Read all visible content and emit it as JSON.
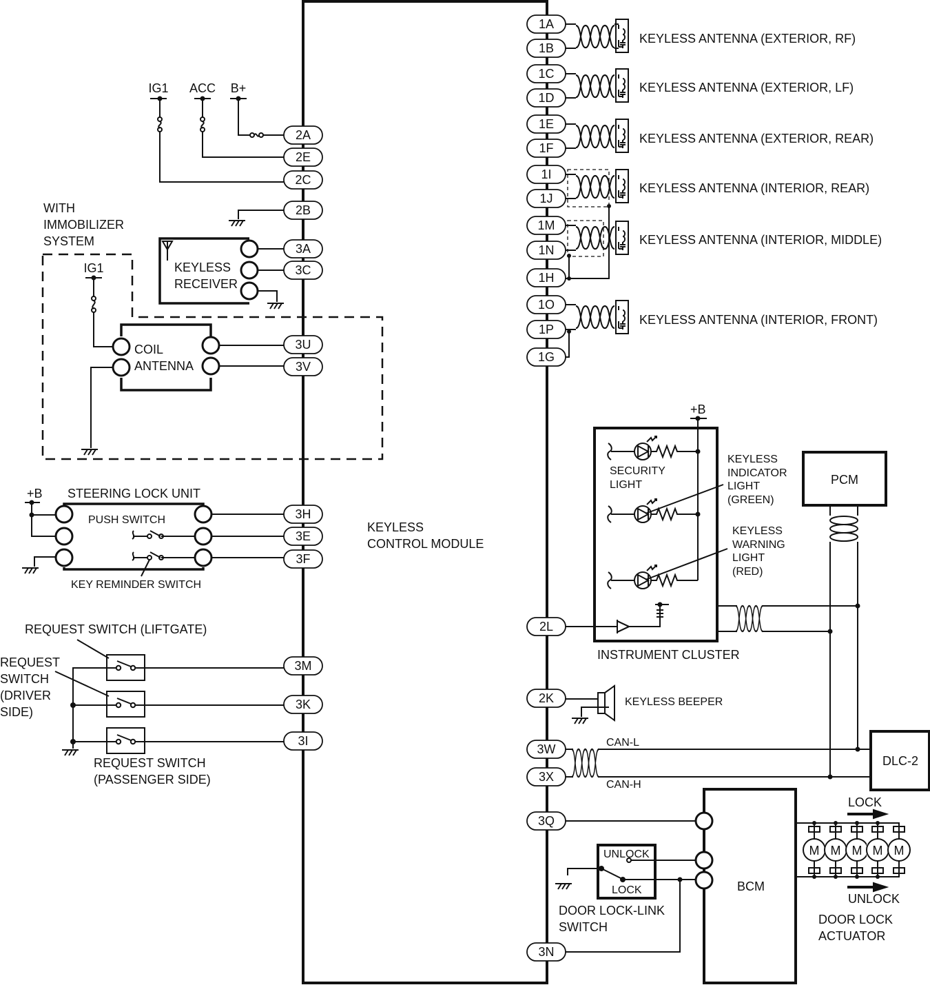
{
  "module": {
    "line1": "KEYLESS",
    "line2": "CONTROL MODULE"
  },
  "left_pins": {
    "p2A": "2A",
    "p2E": "2E",
    "p2C": "2C",
    "p2B": "2B",
    "p3A": "3A",
    "p3C": "3C",
    "p3U": "3U",
    "p3V": "3V",
    "p3H": "3H",
    "p3E": "3E",
    "p3F": "3F",
    "p3M": "3M",
    "p3K": "3K",
    "p3I": "3I"
  },
  "right_pins": {
    "p1A": "1A",
    "p1B": "1B",
    "p1C": "1C",
    "p1D": "1D",
    "p1E": "1E",
    "p1F": "1F",
    "p1I": "1I",
    "p1J": "1J",
    "p1M": "1M",
    "p1N": "1N",
    "p1H": "1H",
    "p1O": "1O",
    "p1P": "1P",
    "p1G": "1G",
    "p2L": "2L",
    "p2K": "2K",
    "p3W": "3W",
    "p3X": "3X",
    "p3Q": "3Q",
    "p3N": "3N"
  },
  "power": {
    "ig1": "IG1",
    "acc": "ACC",
    "bplus": "B+",
    "ig1_immo": "IG1",
    "plus_b_steer": "+B",
    "plus_b_cluster": "+B"
  },
  "antennas": [
    {
      "label": "KEYLESS ANTENNA (EXTERIOR, RF)"
    },
    {
      "label": "KEYLESS ANTENNA (EXTERIOR, LF)"
    },
    {
      "label": "KEYLESS ANTENNA (EXTERIOR, REAR)"
    },
    {
      "label": "KEYLESS ANTENNA (INTERIOR, REAR)"
    },
    {
      "label": "KEYLESS ANTENNA (INTERIOR, MIDDLE)"
    },
    {
      "label": "KEYLESS ANTENNA (INTERIOR, FRONT)"
    }
  ],
  "immobilizer": {
    "line1": "WITH",
    "line2": "IMMOBILIZER",
    "line3": "SYSTEM"
  },
  "receiver": {
    "line1": "KEYLESS",
    "line2": "RECEIVER"
  },
  "coil_antenna": {
    "line1": "COIL",
    "line2": "ANTENNA"
  },
  "steering": {
    "title": "STEERING LOCK UNIT",
    "push_switch": "PUSH SWITCH",
    "key_reminder": "KEY REMINDER SWITCH"
  },
  "request_switches": {
    "liftgate": "REQUEST SWITCH (LIFTGATE)",
    "driver": [
      "REQUEST",
      "SWITCH",
      "(DRIVER",
      "SIDE)"
    ],
    "passenger": [
      "REQUEST SWITCH",
      "(PASSENGER SIDE)"
    ]
  },
  "cluster": {
    "title": "INSTRUMENT CLUSTER",
    "security": [
      "SECURITY",
      "LIGHT"
    ],
    "indicator": [
      "KEYLESS",
      "INDICATOR",
      "LIGHT",
      "(GREEN)"
    ],
    "warning": [
      "KEYLESS",
      "WARNING",
      "LIGHT",
      "(RED)"
    ]
  },
  "pcm": "PCM",
  "dlc": "DLC-2",
  "beeper": "KEYLESS BEEPER",
  "can": {
    "low": "CAN-L",
    "high": "CAN-H"
  },
  "bcm": "BCM",
  "door_link": {
    "unlock": "UNLOCK",
    "lock": "LOCK",
    "line1": "DOOR LOCK-LINK",
    "line2": "SWITCH"
  },
  "actuator": {
    "lock": "LOCK",
    "unlock": "UNLOCK",
    "line1": "DOOR LOCK",
    "line2": "ACTUATOR",
    "motor": "M"
  }
}
